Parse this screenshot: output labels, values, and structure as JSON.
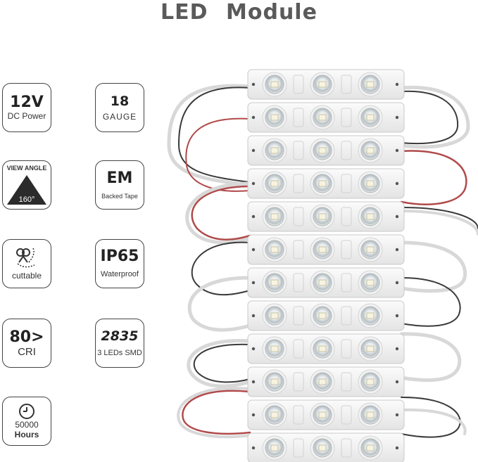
{
  "title": "LED   Module",
  "badges": {
    "voltage": {
      "value": "12V",
      "label": "DC Power"
    },
    "gauge": {
      "value": "18",
      "label": "GAUGE"
    },
    "view_angle": {
      "label": "VIEW ANGLE",
      "value": "160°"
    },
    "em": {
      "value": "EM",
      "label": "Backed Tape"
    },
    "cuttable": {
      "label": "cuttable"
    },
    "ip65": {
      "value": "IP65",
      "label": "Waterproof"
    },
    "cri": {
      "value": "80>",
      "label": "CRI"
    },
    "smd": {
      "value": "2835",
      "label": "3 LEDs SMD"
    },
    "hours": {
      "value": "50000",
      "label": "Hours"
    }
  },
  "colors": {
    "title": "#5a5a5a",
    "border": "#444444",
    "module": "#f4f4f4",
    "wire_red": "#b04a4a",
    "wire_black": "#333333",
    "wire_white": "#dddddd"
  },
  "icons": [
    "triangle-view-angle-icon",
    "scissors-icon",
    "clock-icon"
  ]
}
